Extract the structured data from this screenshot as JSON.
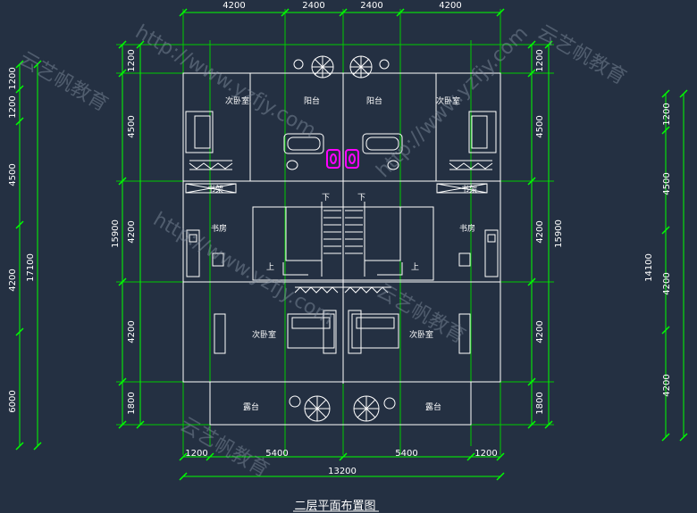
{
  "drawing": {
    "title": "二层平面布置图",
    "colors": {
      "background": "#243042",
      "dimension": "#00ff00",
      "wall": "#ffffff",
      "axis": "#00cc00",
      "text": "#ffffff",
      "highlight": "#ff00ff",
      "watermark": "#8a96a6"
    },
    "dims_top": [
      "4200",
      "2400",
      "2400",
      "4200"
    ],
    "dims_bottom": [
      "1200",
      "5400",
      "5400",
      "1200"
    ],
    "dim_bottom_total": "13200",
    "dims_left_outer": [
      "1200",
      "1200",
      "4500",
      "4200",
      "6000"
    ],
    "dim_left_outer_total": "17100",
    "dims_left_inner": [
      "1200",
      "4500",
      "4200",
      "4200",
      "1800"
    ],
    "dim_left_inner_total": "15900",
    "dims_right_inner": [
      "1200",
      "4500",
      "4200",
      "4200",
      "1800"
    ],
    "dim_right_inner_total": "15900",
    "dims_right_outer": [
      "1200",
      "4500",
      "4200",
      "4200"
    ],
    "dim_right_outer_total": "14100",
    "rooms": {
      "bedroom_tl": "次卧室",
      "balcony_l": "阳台",
      "balcony_r": "阳台",
      "bedroom_tr": "次卧室",
      "shelf_l": "书架",
      "shelf_r": "书架",
      "study_l": "书房",
      "study_r": "书房",
      "down_l": "下",
      "down_r": "下",
      "up_l": "上",
      "up_r": "上",
      "bedroom_bl": "次卧室",
      "bedroom_br": "次卧室",
      "terrace_l": "露台",
      "terrace_r": "露台"
    },
    "watermarks": [
      "http://www.yzfjy.com",
      "云艺帆教育"
    ]
  }
}
